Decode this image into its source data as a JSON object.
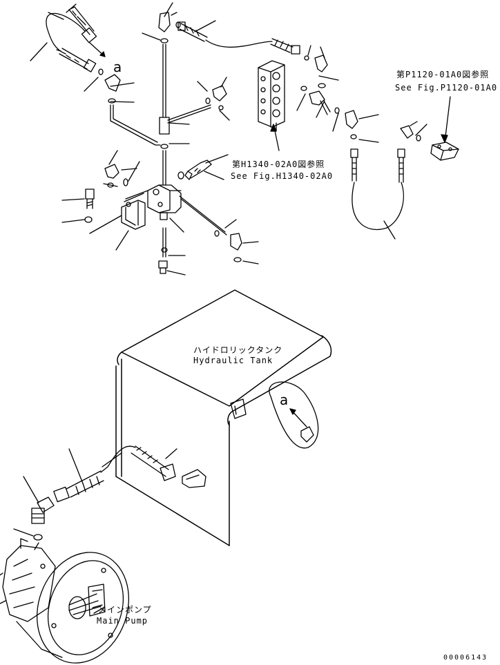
{
  "references": {
    "p1120": {
      "ja": "第P1120-01A0図参照",
      "en": "See Fig.P1120-01A0"
    },
    "h1340": {
      "ja": "第H1340-02A0図参照",
      "en": "See Fig.H1340-02A0"
    }
  },
  "callouts": {
    "a_top": "a",
    "a_tank": "a"
  },
  "tank": {
    "ja": "ハイドロリックタンク",
    "en": "Hydraulic Tank"
  },
  "pump": {
    "ja": "メインポンプ",
    "en": "Main Pump"
  },
  "drawing_number": "00006143"
}
